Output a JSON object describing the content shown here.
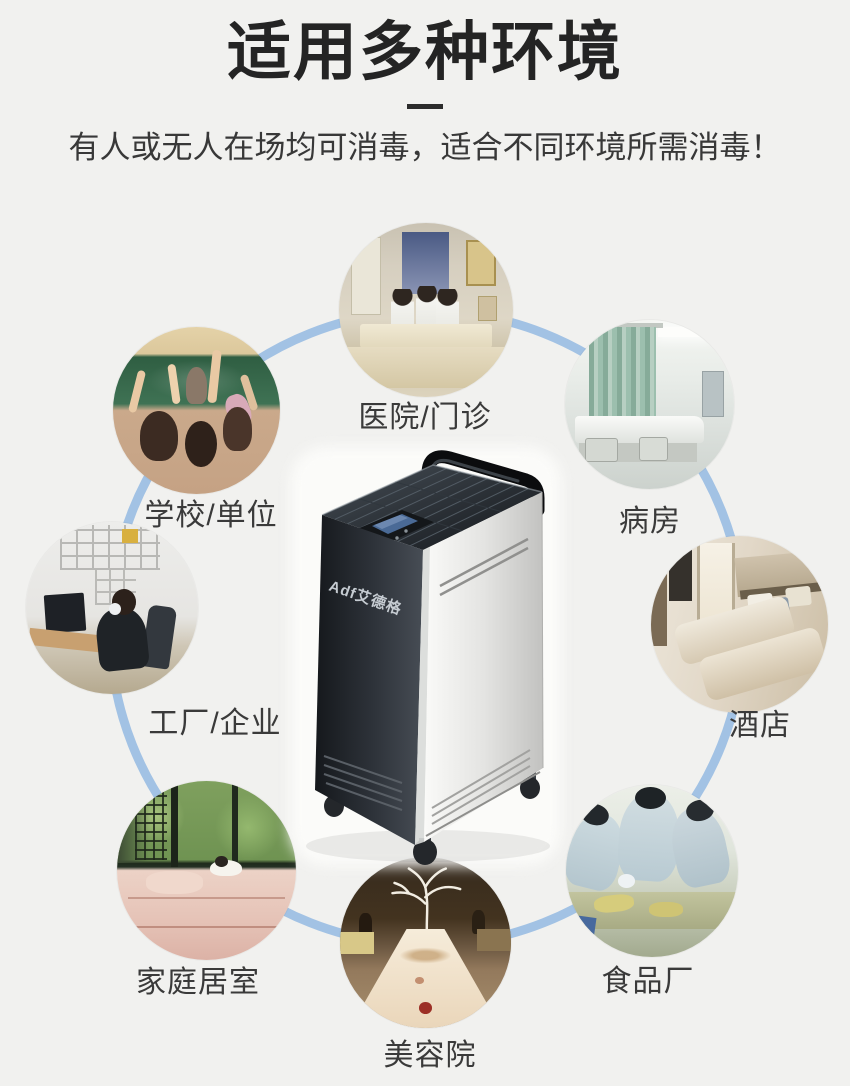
{
  "page": {
    "title": "适用多种环境",
    "subtitle": "有人或无人在场均可消毒，适合不同环境所需消毒！"
  },
  "machine": {
    "logo": "Adf艾德格"
  },
  "environments": [
    {
      "name": "hospital",
      "label": "医院/门诊"
    },
    {
      "name": "school",
      "label": "学校/单位"
    },
    {
      "name": "ward",
      "label": "病房"
    },
    {
      "name": "factory",
      "label": "工厂/企业"
    },
    {
      "name": "hotel",
      "label": "酒店"
    },
    {
      "name": "home",
      "label": "家庭居室"
    },
    {
      "name": "beauty",
      "label": "美容院"
    },
    {
      "name": "food",
      "label": "食品厂"
    }
  ],
  "colors": {
    "background": "#f1f1ef",
    "connector_arc": "#a2c2e4",
    "title_text": "#242424",
    "label_text": "#3a3a3a"
  }
}
